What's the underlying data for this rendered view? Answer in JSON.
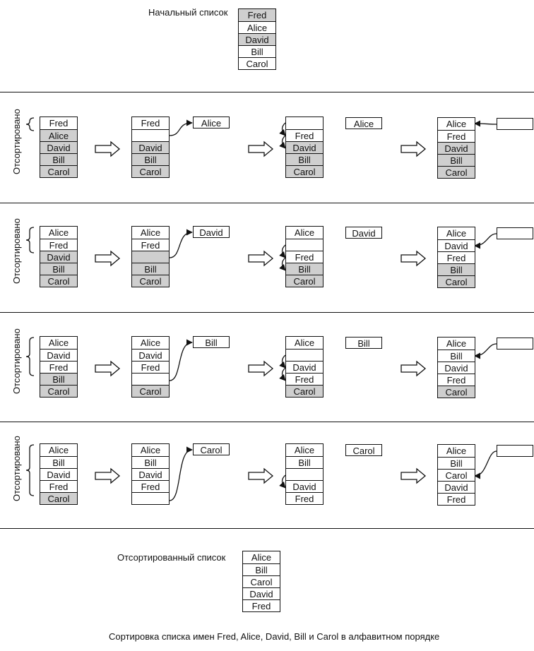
{
  "initial": {
    "label": "Начальный список",
    "items": [
      {
        "text": "Fred",
        "gray": true
      },
      {
        "text": "Alice",
        "gray": false
      },
      {
        "text": "David",
        "gray": true
      },
      {
        "text": "Bill",
        "gray": false
      },
      {
        "text": "Carol",
        "gray": false
      }
    ]
  },
  "sorted_label": "Отсортировано",
  "rows": [
    {
      "key": "Alice",
      "s1": [
        {
          "text": "Fred",
          "gray": false
        },
        {
          "text": "Alice",
          "gray": true
        },
        {
          "text": "David",
          "gray": true
        },
        {
          "text": "Bill",
          "gray": true
        },
        {
          "text": "Carol",
          "gray": true
        }
      ],
      "s2": [
        {
          "text": "Fred",
          "gray": false
        },
        {
          "text": "",
          "gray": false
        },
        {
          "text": "David",
          "gray": true
        },
        {
          "text": "Bill",
          "gray": true
        },
        {
          "text": "Carol",
          "gray": true
        }
      ],
      "s3": [
        {
          "text": "",
          "gray": false
        },
        {
          "text": "Fred",
          "gray": false
        },
        {
          "text": "David",
          "gray": true
        },
        {
          "text": "Bill",
          "gray": true
        },
        {
          "text": "Carol",
          "gray": true
        }
      ],
      "s4": [
        {
          "text": "Alice",
          "gray": false
        },
        {
          "text": "Fred",
          "gray": false
        },
        {
          "text": "David",
          "gray": true
        },
        {
          "text": "Bill",
          "gray": true
        },
        {
          "text": "Carol",
          "gray": true
        }
      ]
    },
    {
      "key": "David",
      "s1": [
        {
          "text": "Alice",
          "gray": false
        },
        {
          "text": "Fred",
          "gray": false
        },
        {
          "text": "David",
          "gray": true
        },
        {
          "text": "Bill",
          "gray": true
        },
        {
          "text": "Carol",
          "gray": true
        }
      ],
      "s2": [
        {
          "text": "Alice",
          "gray": false
        },
        {
          "text": "Fred",
          "gray": false
        },
        {
          "text": "",
          "gray": true
        },
        {
          "text": "Bill",
          "gray": true
        },
        {
          "text": "Carol",
          "gray": true
        }
      ],
      "s3": [
        {
          "text": "Alice",
          "gray": false
        },
        {
          "text": "",
          "gray": false
        },
        {
          "text": "Fred",
          "gray": false
        },
        {
          "text": "Bill",
          "gray": true
        },
        {
          "text": "Carol",
          "gray": true
        }
      ],
      "s4": [
        {
          "text": "Alice",
          "gray": false
        },
        {
          "text": "David",
          "gray": false
        },
        {
          "text": "Fred",
          "gray": false
        },
        {
          "text": "Bill",
          "gray": true
        },
        {
          "text": "Carol",
          "gray": true
        }
      ]
    },
    {
      "key": "Bill",
      "s1": [
        {
          "text": "Alice",
          "gray": false
        },
        {
          "text": "David",
          "gray": false
        },
        {
          "text": "Fred",
          "gray": false
        },
        {
          "text": "Bill",
          "gray": true
        },
        {
          "text": "Carol",
          "gray": true
        }
      ],
      "s2": [
        {
          "text": "Alice",
          "gray": false
        },
        {
          "text": "David",
          "gray": false
        },
        {
          "text": "Fred",
          "gray": false
        },
        {
          "text": "",
          "gray": false
        },
        {
          "text": "Carol",
          "gray": true
        }
      ],
      "s3": [
        {
          "text": "Alice",
          "gray": false
        },
        {
          "text": "",
          "gray": false
        },
        {
          "text": "David",
          "gray": false
        },
        {
          "text": "Fred",
          "gray": false
        },
        {
          "text": "Carol",
          "gray": true
        }
      ],
      "s4": [
        {
          "text": "Alice",
          "gray": false
        },
        {
          "text": "Bill",
          "gray": false
        },
        {
          "text": "David",
          "gray": false
        },
        {
          "text": "Fred",
          "gray": false
        },
        {
          "text": "Carol",
          "gray": true
        }
      ]
    },
    {
      "key": "Carol",
      "s1": [
        {
          "text": "Alice",
          "gray": false
        },
        {
          "text": "Bill",
          "gray": false
        },
        {
          "text": "David",
          "gray": false
        },
        {
          "text": "Fred",
          "gray": false
        },
        {
          "text": "Carol",
          "gray": true
        }
      ],
      "s2": [
        {
          "text": "Alice",
          "gray": false
        },
        {
          "text": "Bill",
          "gray": false
        },
        {
          "text": "David",
          "gray": false
        },
        {
          "text": "Fred",
          "gray": false
        },
        {
          "text": "",
          "gray": false
        }
      ],
      "s3": [
        {
          "text": "Alice",
          "gray": false
        },
        {
          "text": "Bill",
          "gray": false
        },
        {
          "text": "",
          "gray": false
        },
        {
          "text": "David",
          "gray": false
        },
        {
          "text": "Fred",
          "gray": false
        }
      ],
      "s4": [
        {
          "text": "Alice",
          "gray": false
        },
        {
          "text": "Bill",
          "gray": false
        },
        {
          "text": "Carol",
          "gray": false
        },
        {
          "text": "David",
          "gray": false
        },
        {
          "text": "Fred",
          "gray": false
        }
      ]
    }
  ],
  "final": {
    "label": "Отсортированный список",
    "items": [
      {
        "text": "Alice",
        "gray": false
      },
      {
        "text": "Bill",
        "gray": false
      },
      {
        "text": "Carol",
        "gray": false
      },
      {
        "text": "David",
        "gray": false
      },
      {
        "text": "Fred",
        "gray": false
      }
    ]
  },
  "caption": "Сортировка списка имен Fred, Alice, David, Bill и Carol в алфавитном порядке",
  "colors": {
    "ink": "#111111",
    "shade": "#cfcfcf"
  }
}
